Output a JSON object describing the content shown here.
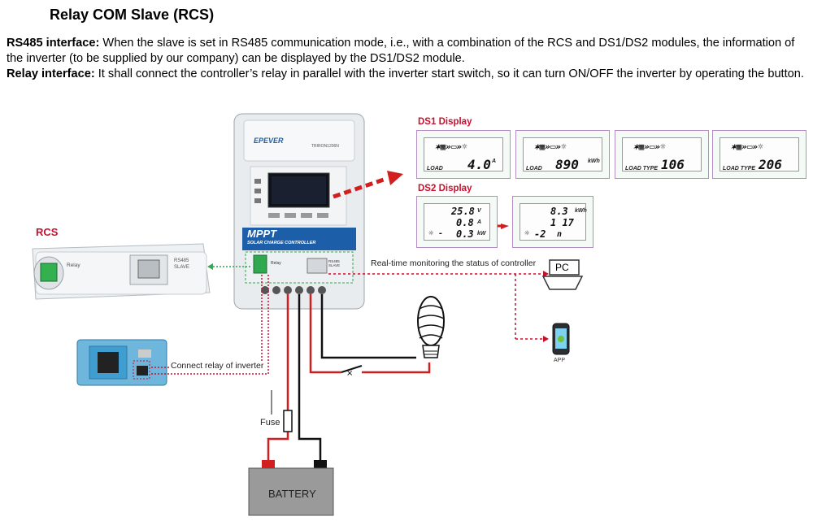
{
  "title": "Relay COM Slave (RCS)",
  "intro": {
    "rs485_label": "RS485 interface:",
    "rs485_text": " When the slave is set in RS485 communication mode, i.e., with a combination of the RCS and DS1/DS2 modules, the information of the inverter (to be supplied by our company) can be displayed by the DS1/DS2 module.",
    "relay_label": "Relay interface:",
    "relay_text": " It shall connect the controller’s relay in parallel with the inverter start switch, so it can turn ON/OFF the inverter by operating the button."
  },
  "controller": {
    "brand": "EPEVER",
    "model": "TRIRON1206N",
    "banner_title": "MPPT",
    "banner_sub": "SOLAR CHARGE CONTROLLER",
    "relay_tag": "Relay",
    "rs485_tag": "RS485 SLAVE"
  },
  "rcs": {
    "label": "RCS",
    "relay_text": "Relay",
    "rs485_text": "RS485",
    "slave_text": "SLAVE"
  },
  "ds1": {
    "label": "DS1 Display",
    "panels": [
      {
        "value": "4.0",
        "unit": "A",
        "tag": "LOAD"
      },
      {
        "value": "890",
        "unit": "kWh",
        "tag": "LOAD"
      },
      {
        "value": "106",
        "unit": "",
        "tag": "LOAD TYPE"
      },
      {
        "value": "206",
        "unit": "",
        "tag": "LOAD TYPE"
      }
    ]
  },
  "ds2": {
    "label": "DS2 Display",
    "panel1": {
      "r1": "25.8",
      "u1": "V",
      "r2": "0.8",
      "u2": "A",
      "r3": "0.3",
      "u3": "kW"
    },
    "panel2": {
      "r1": "8.3",
      "u1": "kWh",
      "r2": "1 17",
      "r3": "-2",
      "u3": "n"
    }
  },
  "labels": {
    "monitor": "Real-time monitoring the status of controller",
    "pc": "PC",
    "app": "APP",
    "connect_relay": "Connect relay of inverter",
    "fuse": "Fuse",
    "battery": "BATTERY"
  },
  "colors": {
    "accent_red": "#c8102e",
    "banner_blue": "#1c5fa8",
    "wire_red": "#d21e1e",
    "relay_green": "#2fa84f",
    "lcd_border": "#b58cc4"
  }
}
